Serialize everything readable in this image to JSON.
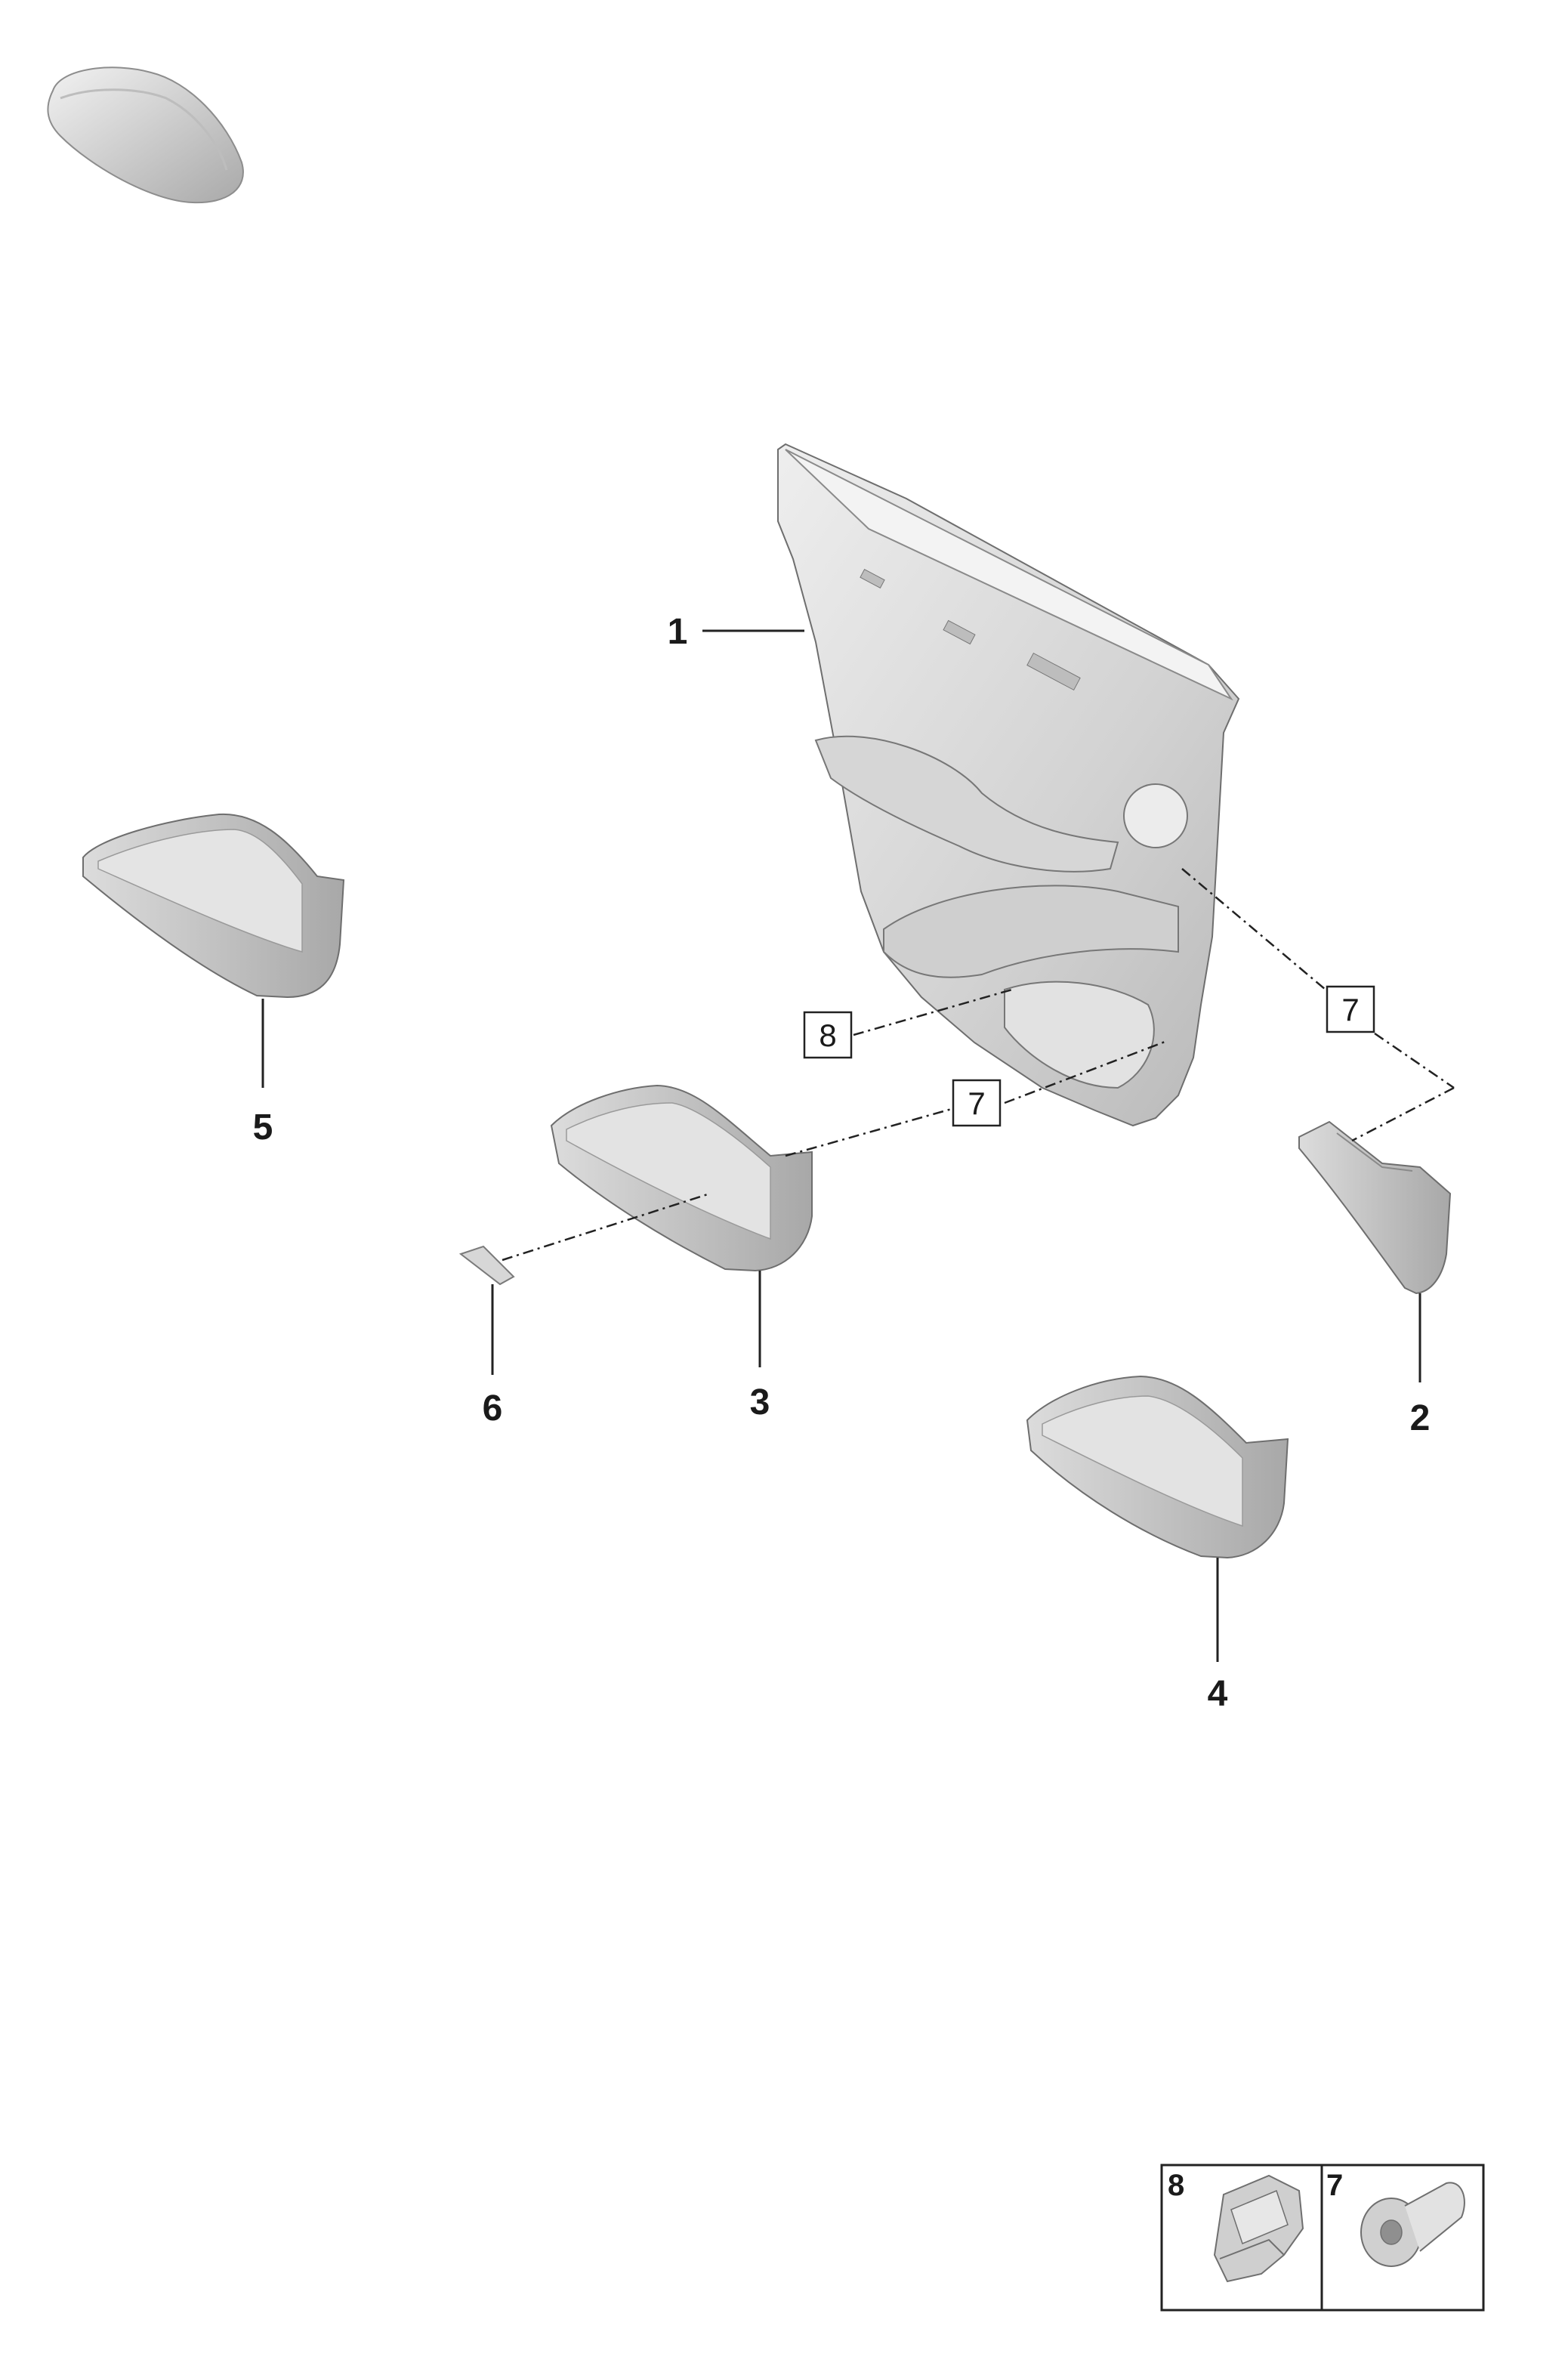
{
  "diagram": {
    "callouts": {
      "p1": "1",
      "p2": "2",
      "p3": "3",
      "p4": "4",
      "p5": "5",
      "p6": "6"
    },
    "boxed_refs": {
      "ref8": "8",
      "ref7_upper": "7",
      "ref7_lower": "7"
    },
    "legend": {
      "item8": "8",
      "item7": "7"
    }
  },
  "colors": {
    "part_light": "#e6e6e6",
    "part_mid": "#c9c9c9",
    "part_dark": "#9a9a9a",
    "line": "#222222"
  }
}
